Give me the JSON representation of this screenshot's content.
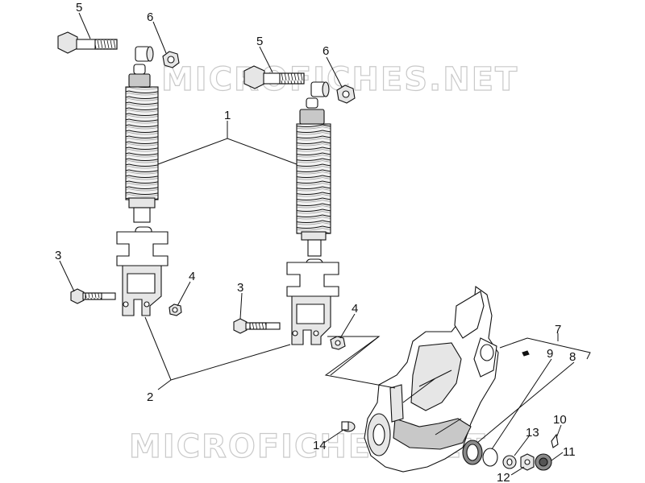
{
  "watermarks": [
    "MICROFICHES.NET",
    "MICROFICHES.NET"
  ],
  "callouts": {
    "n1": "1",
    "n2": "2",
    "n3a": "3",
    "n3b": "3",
    "n4a": "4",
    "n4b": "4",
    "n5a": "5",
    "n5b": "5",
    "n6a": "6",
    "n6b": "6",
    "n7": "7",
    "n8": "8",
    "n9": "9",
    "n10": "10",
    "n11": "11",
    "n12": "12",
    "n13": "13",
    "n14": "14"
  }
}
